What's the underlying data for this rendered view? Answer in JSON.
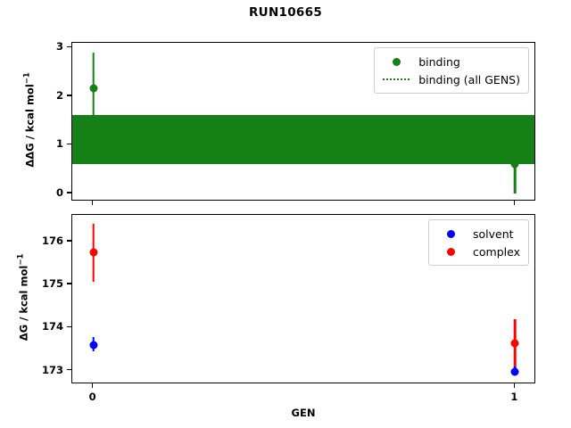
{
  "title": "RUN10665",
  "colors": {
    "binding_green": "#158015",
    "solvent_blue": "#0000ff",
    "complex_red": "#ff0000",
    "axis_black": "#000000",
    "background": "#ffffff"
  },
  "xaxis": {
    "label": "GEN",
    "ticks": [
      "0",
      "1"
    ],
    "tick_values": [
      0,
      1
    ],
    "lim": [
      -0.05,
      1.05
    ]
  },
  "top_panel": {
    "ylabel_main": "ΔΔG / kcal mol",
    "ylabel_sup": "−1",
    "yticks": [
      "0",
      "1",
      "2",
      "3"
    ],
    "legend": [
      {
        "label": "binding",
        "marker": "circle"
      },
      {
        "label": "binding (all GENS)",
        "marker": "dotted-line"
      }
    ]
  },
  "bottom_panel": {
    "ylabel_main": "ΔG / kcal mol",
    "ylabel_sup": "−1",
    "yticks": [
      "173",
      "174",
      "175",
      "176"
    ],
    "legend": [
      {
        "label": "solvent",
        "marker": "circle"
      },
      {
        "label": "complex",
        "marker": "circle"
      }
    ]
  },
  "chart_data": [
    {
      "type": "scatter",
      "panel": "top",
      "title": "RUN10665",
      "xlabel": "GEN",
      "ylabel": "ΔΔG / kcal mol^-1",
      "xlim": [
        -0.05,
        1.05
      ],
      "ylim": [
        -0.17,
        3.1
      ],
      "xticks": [
        0,
        1
      ],
      "yticks": [
        0,
        1,
        2,
        3
      ],
      "grid": false,
      "legend_position": "upper right",
      "series": [
        {
          "name": "binding",
          "color": "#158015",
          "style": "errorbar-marker",
          "x": [
            0,
            1
          ],
          "values": [
            2.16,
            0.6
          ],
          "yerr_low": [
            0.74,
            0.6
          ],
          "yerr_high": [
            0.74,
            0.18
          ]
        },
        {
          "name": "binding (all GENS)",
          "color": "#158015",
          "style": "horizontal-band",
          "band_center": 1.115,
          "band_low": 0.61,
          "band_high": 1.62
        }
      ]
    },
    {
      "type": "scatter",
      "panel": "bottom",
      "xlabel": "GEN",
      "ylabel": "ΔG / kcal mol^-1",
      "xlim": [
        -0.05,
        1.05
      ],
      "ylim": [
        172.68,
        176.62
      ],
      "xticks": [
        0,
        1
      ],
      "yticks": [
        173,
        174,
        175,
        176
      ],
      "grid": false,
      "legend_position": "upper right",
      "series": [
        {
          "name": "solvent",
          "color": "#0000ff",
          "style": "errorbar-marker",
          "x": [
            0,
            1
          ],
          "values": [
            173.6,
            172.98
          ],
          "yerr_low": [
            0.16,
            0.1
          ],
          "yerr_high": [
            0.18,
            0.12
          ]
        },
        {
          "name": "complex",
          "color": "#ff0000",
          "style": "errorbar-marker",
          "x": [
            0,
            1
          ],
          "values": [
            175.75,
            173.63
          ],
          "yerr_low": [
            0.68,
            0.53
          ],
          "yerr_high": [
            0.67,
            0.57
          ]
        }
      ]
    }
  ]
}
